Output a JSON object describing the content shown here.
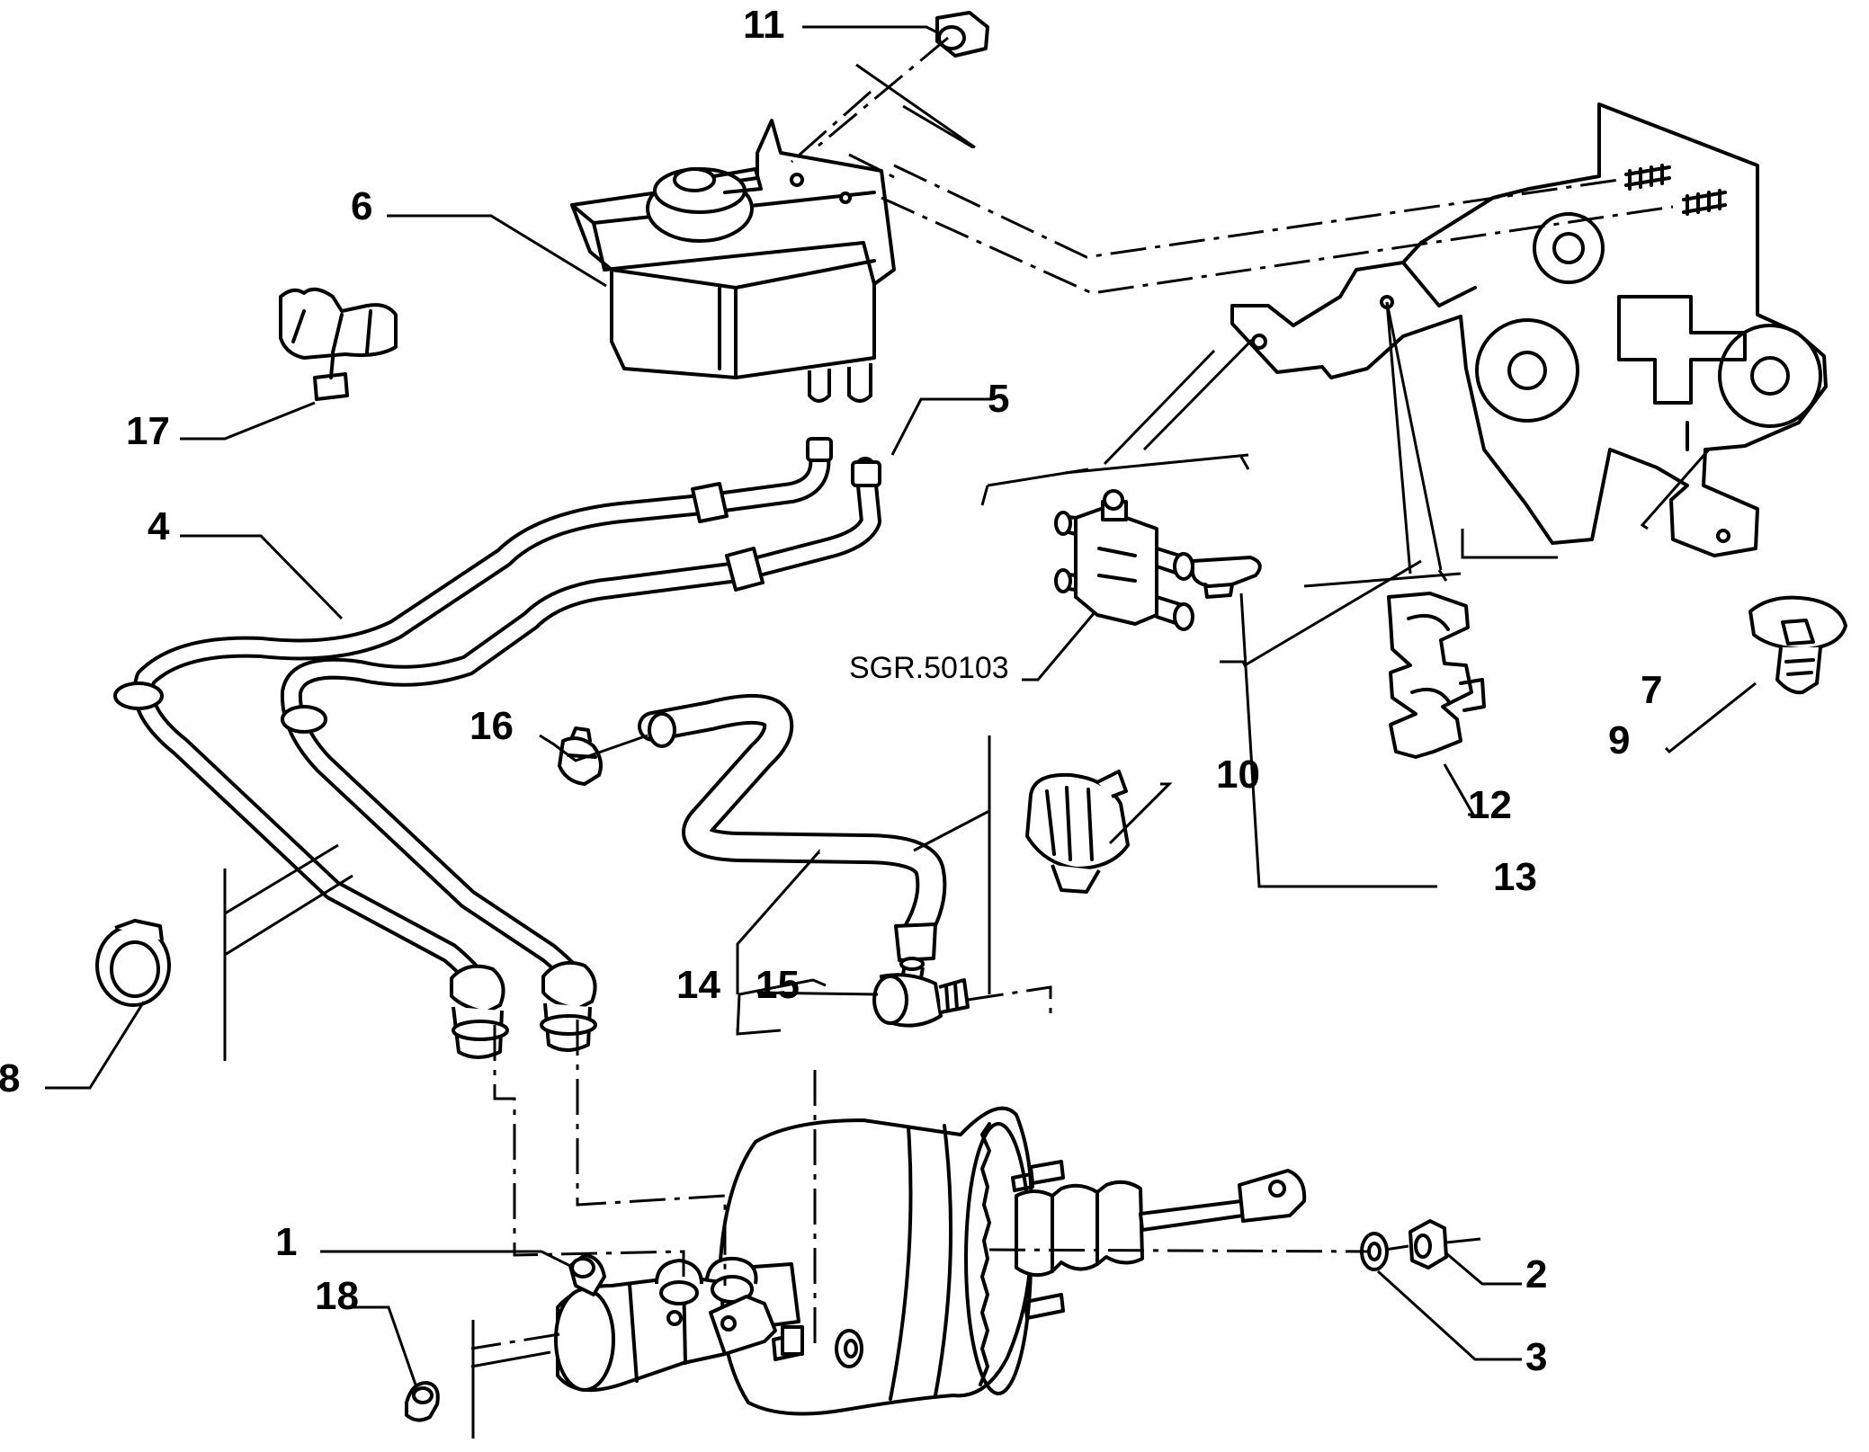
{
  "callouts": {
    "c1": "1",
    "c2": "2",
    "c3": "3",
    "c4": "4",
    "c5": "5",
    "c6": "6",
    "c7": "7",
    "c8": "8",
    "c9": "9",
    "c10": "10",
    "c11": "11",
    "c12": "12",
    "c13": "13",
    "c14": "14",
    "c15": "15",
    "c16": "16",
    "c17": "17",
    "c18": "18"
  },
  "reference_code": "SGR.50103"
}
